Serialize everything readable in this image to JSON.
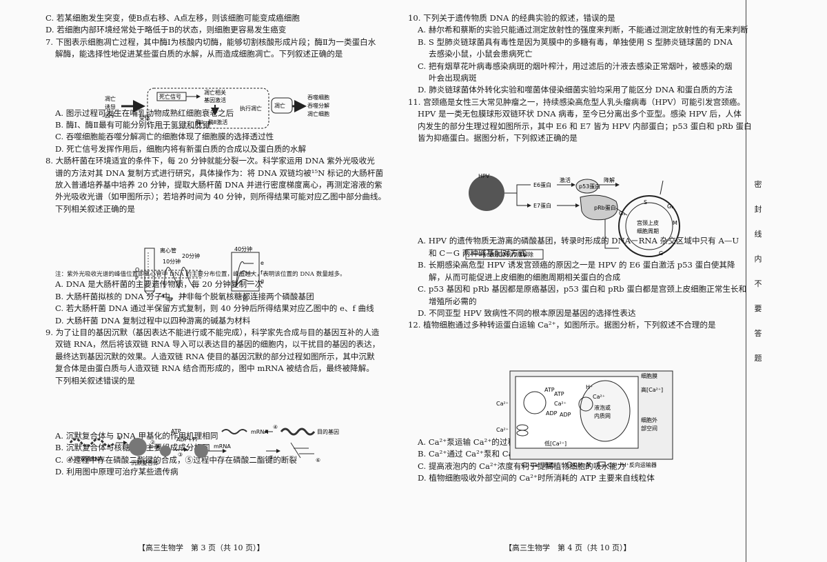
{
  "left": {
    "l1": "C. 若某细胞发生突变，使B点右移、A点左移，则该细胞可能变成癌细胞",
    "l2": "D. 若细胞内部环境经常处于略低于B的状态，则细胞更容易发生癌变",
    "q7a": "7. 下图表示细胞凋亡过程，其中酶Ⅰ为核酸内切酶，能够切割核酸形成片段；酶Ⅱ为一类蛋白水",
    "q7b": "解酶，能选择性地促进某些蛋白质的水解，从而造成细胞凋亡。下列叙述正确的是",
    "q7fig": {
      "f1": "凋亡",
      "f2": "诱导",
      "f3": "因子",
      "r": "受体",
      "s": "死亡信号",
      "g1": "凋亡相关",
      "g2": "基因激活",
      "e": "执行凋亡",
      "m": "酶Ⅰ、酶Ⅱ激活",
      "d": "凋亡",
      "o1": "吞噬细胞",
      "o2": "吞噬分解",
      "o3": "凋亡细胞"
    },
    "q7A": "A. 图示过程可发生在哺乳动物成熟红细胞衰老之后",
    "q7B": "B. 酶Ⅰ、酶Ⅱ最有可能分别作用于氢键和肽键",
    "q7C": "C. 吞噬细胞能吞噬分解凋亡的细胞体现了细胞膜的选择透过性",
    "q7D": "D. 死亡信号发挥作用后，细胞内将有新蛋白质的合成以及蛋白质的水解",
    "q8a": "8. 大肠杆菌在环境适宜的条件下，每 20 分钟就能分裂一次。科学家运用 DNA 紫外光吸收光",
    "q8b": "谱的方法对其 DNA 复制方式进行研究，具体操作为：将 DNA 双链均被¹⁵N 标记的大肠杆菌",
    "q8c": "放入普通培养基中培养 20 分钟，提取大肠杆菌 DNA 并进行密度梯度离心，再测定溶液的紫",
    "q8d": "外光吸收光谱（如甲图所示）；若培养时间为 40 分钟，则所得结果可能对应乙图中部分曲线。",
    "q8e": "下列相关叙述正确的是",
    "q8fig": {
      "tube": "离心管",
      "t10": "10分钟",
      "t20": "20分钟",
      "t40": "40分钟",
      "o": "O",
      "p": "P",
      "ca": "a",
      "cb": "b",
      "jia": "甲",
      "yi": "乙",
      "e": "e",
      "f": "f",
      "g": "g"
    },
    "q8note": "注：紫外光吸收光谱的峰值位置即离心管中 DNA 的主要分布位置，峰值越大，表明该位置的 DNA 数量越多。",
    "q8A": "A. DNA 是大肠杆菌的主要遗传物质，每 20 分钟复制一次",
    "q8B": "B. 大肠杆菌拟核的 DNA 分子中，并非每个脱氧核糖都连接两个磷酸基团",
    "q8C": "C. 若大肠杆菌 DNA 通过半保留方式复制，则 40 分钟后所得结果对应乙图中的 e、f 曲线",
    "q8D": "D. 大肠杆菌 DNA 复制过程中以四种游离的碱基为材料",
    "q9a": "9. 为了让目的基因沉默（基因表达不能进行或不能完成），科学家先合成与目的基因互补的人造",
    "q9b": "双链 RNA，然后将该双链 RNA 导入可以表达目的基因的细胞内，以干扰目的基因的表达，",
    "q9c": "最终达到基因沉默的效果。人造双链 RNA 使目的基因沉默的部分过程如图所示，其中沉默",
    "q9d": "复合体是由蛋白质与人造双链 RNA 结合而形成的，图中 mRNA 被结合后，最终被降解。",
    "q9e": "下列相关叙述错误的是",
    "q9fig": {
      "rna": "人造双链RNA",
      "cpx": "沉默复合体",
      "atp": "ATP",
      "adp": "ADP+Pi",
      "mrna1": "mRNA",
      "mrna2": "mRNA",
      "gene": "目的基因",
      "n1": "①",
      "n2": "②",
      "n3": "③",
      "n4": "④",
      "n5": "⑤",
      "n6": "⑥"
    },
    "q9A": "A. 沉默复合体与 DNA 甲基化的作用机理相同",
    "q9B": "B. 沉默复合体与核糖体的主要组成成分相同",
    "q9C": "C. ④过程中存在磷酸二酯键的合成，⑤过程中存在磷酸二酯键的断裂",
    "q9D": "D. 利用图中原理可治疗某些遗传病",
    "footer": "【高三生物学　第 3 页（共 10 页）】"
  },
  "right": {
    "q10": "10. 下列关于遗传物质 DNA 的经典实验的叙述，错误的是",
    "q10A": "A. 赫尔希和蔡斯的实验只能通过测定放射性的强度来判断，不能通过测定放射性的有无来判断",
    "q10B1": "B. S 型肺炎链球菌具有毒性是因为荚膜中的多糖有毒，单独使用 S 型肺炎链球菌的 DNA",
    "q10B2": "去感染小鼠，小鼠会患病死亡",
    "q10C1": "C. 把有烟草花叶病毒感染病斑的烟叶榨汁，用过滤后的汁液去感染正常烟叶，被感染的烟",
    "q10C2": "叶会出现病斑",
    "q10D": "D. 肺炎链球菌体外转化实验和噬菌体侵染细菌实验均采用了能区分 DNA 和蛋白质的方法",
    "q11a": "11. 宫颈癌是女性三大常见肿瘤之一，持续感染高危型人乳头瘤病毒（HPV）可能引发宫颈癌。",
    "q11b": "HPV 是一类无包膜球形双链环状 DNA 病毒，至今已分离出多个亚型。感染 HPV 后，人体",
    "q11c": "内发生的部分生理过程如图所示，其中 E6 和 E7 皆为 HPV 内部蛋白；p53 蛋白和 pRb 蛋白",
    "q11d": "皆为抑癌蛋白。据图分析，下列叙述正确的是",
    "q11fig": {
      "hpv": "HPV",
      "e6": "E6蛋白",
      "e7": "E7蛋白",
      "act": "激活",
      "p53": "p53蛋白",
      "deg": "降解",
      "prb": "pRb蛋白",
      "cyc1": "宫颈上皮",
      "cyc2": "细胞周期",
      "g1": "G₁",
      "s": "S",
      "g2": "G₂",
      "m": "M",
      "g": "G",
      "legend": "表示抑制作用解除"
    },
    "q11A1": "A. HPV 的遗传物质无游离的磷酸基团，转录时形成的 DNA－RNA 杂交区域中只有 A—U",
    "q11A2": "和 C－G 两种碱基配对方式",
    "q11B1": "B. 长期感染高危型 HPV 诱发宫颈癌的原因之一是 HPV 的 E6 蛋白激活 p53 蛋白使其降",
    "q11B2": "解，从而可能促进上皮细胞的细胞周期相关蛋白的合成",
    "q11C1": "C. p53 基因和 pRb 基因都是原癌基因，p53 蛋白和 pRb 蛋白都是宫颈上皮细胞正常生长和",
    "q11C2": "增殖所必需的",
    "q11D": "D. 不同亚型 HPV 致病性不同的根本原因是基因的选择性表达",
    "q12": "12. 植物细胞通过多种转运蛋白运输 Ca²⁺，如图所示。据图分析，下列叙述不合理的是",
    "q12fig": {
      "mem": "细胞膜",
      "atp1": "ATP",
      "adp1": "ADP",
      "ca1": "Ca²⁺",
      "ca2": "Ca²⁺",
      "atp2": "ATP",
      "adp2": "ADP",
      "h": "H⁺",
      "ca3": "Ca²⁺",
      "ca4": "Ca²⁺",
      "vac1": "液泡或",
      "vac2": "内质网",
      "high": "高[Ca²⁺]",
      "low": "低[Ca²⁺]",
      "out1": "细胞外",
      "out2": "部空间",
      "leg1": "Ca²⁺通道",
      "leg2": "Ca²⁺泵",
      "leg3": "Ca²⁺/H⁺反向运输器"
    },
    "q12A": "A. Ca²⁺泵运输 Ca²⁺的过程中，其空间结构会发生变化",
    "q12B": "B. Ca²⁺通过 Ca²⁺泵和 Ca²⁺/H⁺反向运输器均是逆浓度梯度进行的",
    "q12C": "C. 提高液泡内的 Ca²⁺浓度有利于提高植物细胞的吸水能力",
    "q12D": "D. 植物细胞吸收外部空间的 Ca²⁺时所消耗的 ATP 主要来自线粒体",
    "footer": "【高三生物学　第 4 页（共 10 页）】"
  },
  "seal": [
    "密",
    "封",
    "线",
    "内",
    "不",
    "要",
    "答",
    "题"
  ]
}
